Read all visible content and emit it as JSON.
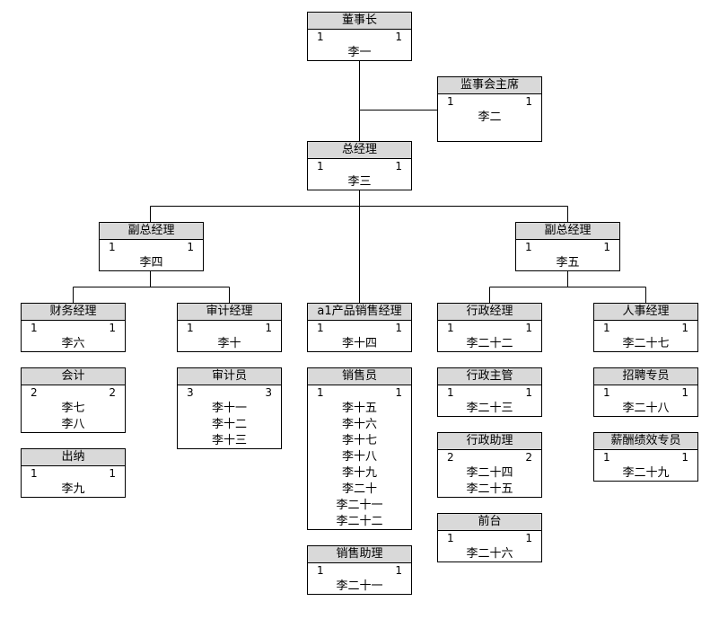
{
  "colors": {
    "title_bg": "#d9d9d9",
    "border": "#000000",
    "line": "#000000"
  },
  "nodes": {
    "chairman": {
      "title": "董事长",
      "left": "1",
      "right": "1",
      "names": [
        "李一"
      ]
    },
    "supervisory": {
      "title": "监事会主席",
      "left": "1",
      "right": "1",
      "names": [
        "李二"
      ]
    },
    "gm": {
      "title": "总经理",
      "left": "1",
      "right": "1",
      "names": [
        "李三"
      ]
    },
    "dgm1": {
      "title": "副总经理",
      "left": "1",
      "right": "1",
      "names": [
        "李四"
      ]
    },
    "dgm2": {
      "title": "副总经理",
      "left": "1",
      "right": "1",
      "names": [
        "李五"
      ]
    },
    "finance_mgr": {
      "title": "财务经理",
      "left": "1",
      "right": "1",
      "names": [
        "李六"
      ]
    },
    "accountant": {
      "title": "会计",
      "left": "2",
      "right": "2",
      "names": [
        "李七",
        "李八"
      ]
    },
    "cashier": {
      "title": "出纳",
      "left": "1",
      "right": "1",
      "names": [
        "李九"
      ]
    },
    "audit_mgr": {
      "title": "审计经理",
      "left": "1",
      "right": "1",
      "names": [
        "李十"
      ]
    },
    "auditor": {
      "title": "审计员",
      "left": "3",
      "right": "3",
      "names": [
        "李十一",
        "李十二",
        "李十三"
      ]
    },
    "sales_mgr": {
      "title": "a1产品销售经理",
      "left": "1",
      "right": "1",
      "names": [
        "李十四"
      ]
    },
    "salesperson": {
      "title": "销售员",
      "left": "1",
      "right": "1",
      "names": [
        "李十五",
        "李十六",
        "李十七",
        "李十八",
        "李十九",
        "李二十",
        "李二十一",
        "李二十二"
      ]
    },
    "sales_asst": {
      "title": "销售助理",
      "left": "1",
      "right": "1",
      "names": [
        "李二十一"
      ]
    },
    "admin_mgr": {
      "title": "行政经理",
      "left": "1",
      "right": "1",
      "names": [
        "李二十二"
      ]
    },
    "admin_supervisor": {
      "title": "行政主管",
      "left": "1",
      "right": "1",
      "names": [
        "李二十三"
      ]
    },
    "admin_asst": {
      "title": "行政助理",
      "left": "2",
      "right": "2",
      "names": [
        "李二十四",
        "李二十五"
      ]
    },
    "reception": {
      "title": "前台",
      "left": "1",
      "right": "1",
      "names": [
        "李二十六"
      ]
    },
    "hr_mgr": {
      "title": "人事经理",
      "left": "1",
      "right": "1",
      "names": [
        "李二十七"
      ]
    },
    "recruiter": {
      "title": "招聘专员",
      "left": "1",
      "right": "1",
      "names": [
        "李二十八"
      ]
    },
    "comp_specialist": {
      "title": "薪酬绩效专员",
      "left": "1",
      "right": "1",
      "names": [
        "李二十九"
      ]
    }
  }
}
